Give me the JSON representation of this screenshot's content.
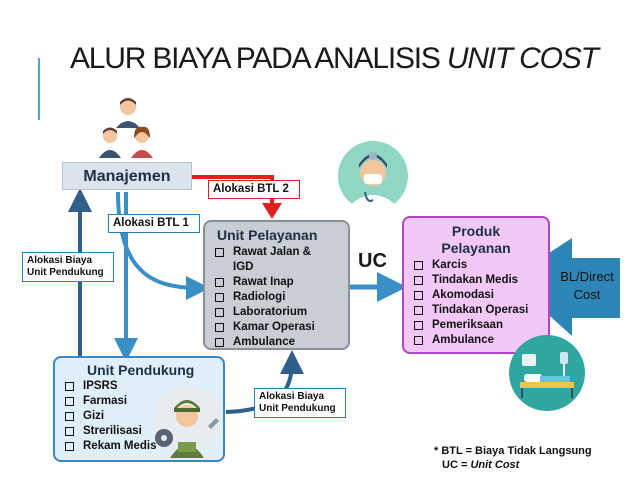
{
  "title": {
    "main": "ALUR BIAYA PADA ANALISIS ",
    "italic": "UNIT COST"
  },
  "nodes": {
    "manajemen": "Manajemen",
    "unit_pelayanan": {
      "title": "Unit Pelayanan",
      "items": [
        "Rawat Jalan &",
        "IGD",
        "Rawat Inap",
        "Radiologi",
        "Laboratorium",
        "Kamar Operasi",
        "Ambulance"
      ]
    },
    "unit_pendukung": {
      "title": "Unit Pendukung",
      "items": [
        "IPSRS",
        "Farmasi",
        "Gizi",
        "Strerilisasi",
        "Rekam Medis"
      ]
    },
    "produk_pelayanan": {
      "title_line1": "Produk",
      "title_line2": "Pelayanan",
      "items": [
        "Karcis",
        "Tindakan Medis",
        "Akomodasi",
        "Tindakan Operasi",
        "Pemeriksaan",
        "Ambulance"
      ]
    },
    "bl_direct": {
      "line1": "BL/Direct",
      "line2": "Cost"
    }
  },
  "labels": {
    "btl1": "Alokasi BTL 1",
    "btl2": "Alokasi BTL 2",
    "alokasi_left_1": "Alokasi Biaya",
    "alokasi_left_2": "Unit Pendukung",
    "alokasi_bottom_1": "Alokasi Biaya",
    "alokasi_bottom_2": "Unit Pendukung",
    "uc": "UC"
  },
  "footnote": {
    "line1": "* BTL = Biaya Tidak Langsung",
    "line2_prefix": "UC  = ",
    "line2_italic": "Unit Cost"
  },
  "colors": {
    "manajemen_fill": "#dbe3ec",
    "pelayanan_fill": "#c9ced4",
    "pendukung_fill": "#dff0fa",
    "pendukung_border": "#3a86c8",
    "produk_fill": "#f3c8f7",
    "produk_border": "#b045c8",
    "bl_fill": "#2e86b8",
    "arrow_blue": "#3a8fc6",
    "arrow_red": "#e02020",
    "arrow_dark": "#2f5f8a"
  },
  "icons": [
    "people-group-icon",
    "doctor-icon",
    "technician-icon",
    "hospital-bed-icon"
  ]
}
